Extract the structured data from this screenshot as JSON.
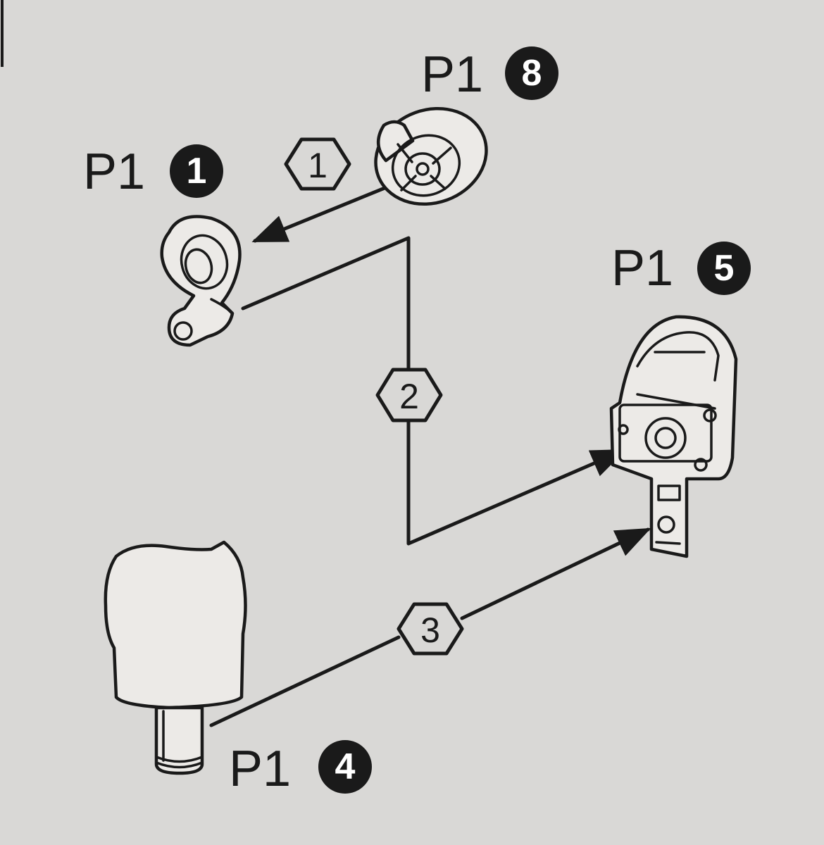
{
  "parts": {
    "p1_8": {
      "prefix": "P1",
      "number": "8"
    },
    "p1_1": {
      "prefix": "P1",
      "number": "1"
    },
    "p1_5": {
      "prefix": "P1",
      "number": "5"
    },
    "p1_4": {
      "prefix": "P1",
      "number": "4"
    }
  },
  "steps": [
    "1",
    "2",
    "3"
  ],
  "colors": {
    "background": "#d9d8d6",
    "ink": "#1a1a1a",
    "badge_text": "#ffffff"
  },
  "icons": [
    "hexagon-step-marker",
    "numbered-circle-badge",
    "assembly-arrow"
  ]
}
